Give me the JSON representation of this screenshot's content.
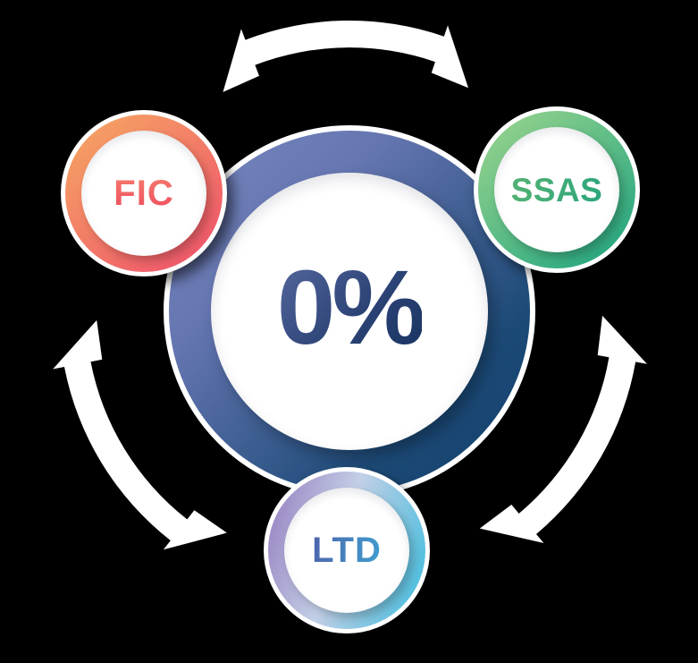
{
  "diagram": {
    "type": "cycle",
    "background_color": "#000000",
    "center_node": {
      "label": "0%",
      "label_color_gradient": [
        "#4b5f94",
        "#16335f"
      ],
      "ring_gradient": [
        "#7383bc",
        "#123e6b"
      ],
      "fill": "#ffffff"
    },
    "satellite_nodes": [
      {
        "id": "fic",
        "label": "FIC",
        "label_color": "#f25b64",
        "ring_gradient": [
          "#f5a263",
          "#f0596b"
        ],
        "fill": "#ffffff"
      },
      {
        "id": "ssas",
        "label": "SSAS",
        "label_color": "#2fa87d",
        "ring_gradient": [
          "#93d18c",
          "#2ba981"
        ],
        "fill": "#ffffff"
      },
      {
        "id": "ltd",
        "label": "LTD",
        "label_color": "#4177bf",
        "ring_gradient": [
          "#9c89c5",
          "#4fc0df"
        ],
        "fill": "#ffffff"
      }
    ],
    "arrows": [
      {
        "name": "arrow-fic-ssas",
        "style": "double-headed-arc",
        "position": "top",
        "color": "#ffffff"
      },
      {
        "name": "arrow-fic-ltd",
        "style": "double-headed-arc",
        "position": "bottom-left",
        "color": "#ffffff"
      },
      {
        "name": "arrow-ssas-ltd",
        "style": "double-headed-arc",
        "position": "bottom-right",
        "color": "#ffffff"
      }
    ]
  }
}
